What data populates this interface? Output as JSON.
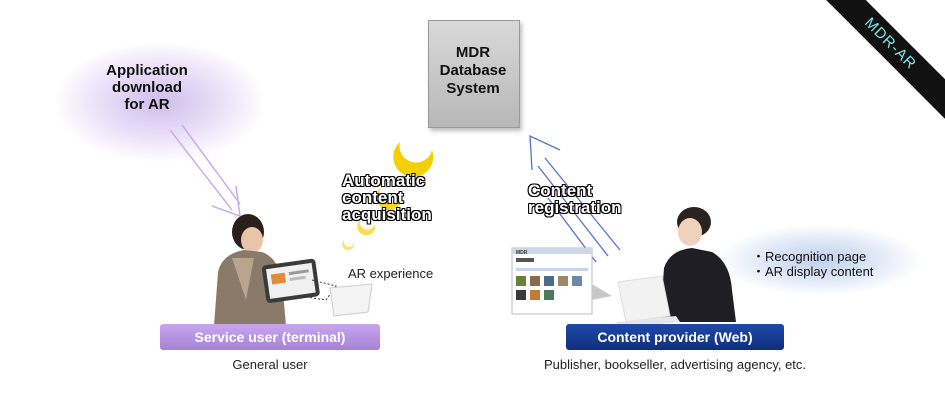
{
  "badge": "MDR-AR",
  "database": {
    "lines": [
      "MDR",
      "Database",
      "System"
    ]
  },
  "app_download": {
    "lines": [
      "Application",
      "download",
      "for AR"
    ]
  },
  "automatic": {
    "lines": [
      "Automatic",
      "content",
      "acquisition"
    ]
  },
  "registration": {
    "lines": [
      "Content",
      "registration"
    ]
  },
  "ar_experience": "AR experience",
  "provider_items": [
    "Recognition page",
    "AR display content"
  ],
  "service_user": {
    "label": "Service user (terminal)",
    "sub": "General user"
  },
  "content_provider": {
    "label": "Content provider (Web)",
    "sub": "Publisher, bookseller, advertising agency, etc."
  },
  "screen_logo": "MDR",
  "colors": {
    "purple": "#b08ce0",
    "navy": "#12357f",
    "moon": "#f5d400"
  }
}
